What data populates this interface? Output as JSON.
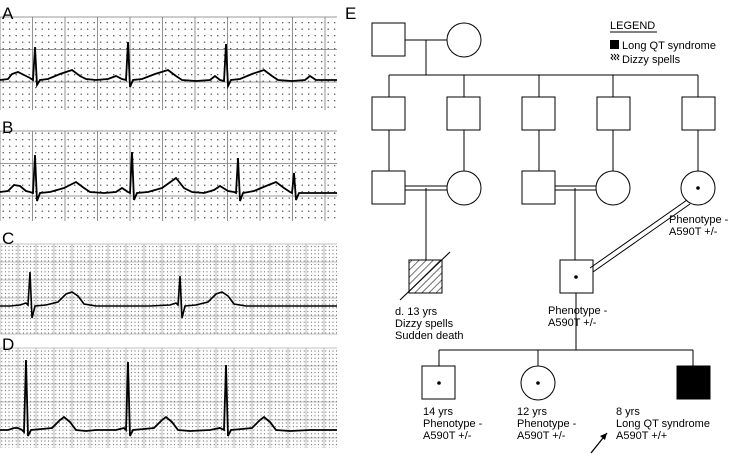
{
  "ecg_panels": [
    {
      "label": "A"
    },
    {
      "label": "B"
    },
    {
      "label": "C"
    },
    {
      "label": "D"
    }
  ],
  "pedigree": {
    "panel_label": "E",
    "legend": {
      "title": "LEGEND",
      "items": [
        {
          "text": "Long QT syndrome",
          "symbol": "filled-square"
        },
        {
          "text": "Dizzy spells",
          "symbol": "zigzag"
        }
      ]
    },
    "annotations": {
      "deceased": [
        "d. 13 yrs",
        "Dizzy spells",
        "Sudden death"
      ],
      "gen3_female": [
        "Phenotype -",
        "A590T +/-"
      ],
      "gen4_male": [
        "Phenotype -",
        "A590T +/-"
      ],
      "child1": [
        "14 yrs",
        "Phenotype -",
        "A590T +/-"
      ],
      "child2": [
        "12 yrs",
        "Phenotype -",
        "A590T +/-"
      ],
      "proband": [
        "8 yrs",
        "Long QT syndrome",
        "A590T +/+"
      ]
    }
  }
}
